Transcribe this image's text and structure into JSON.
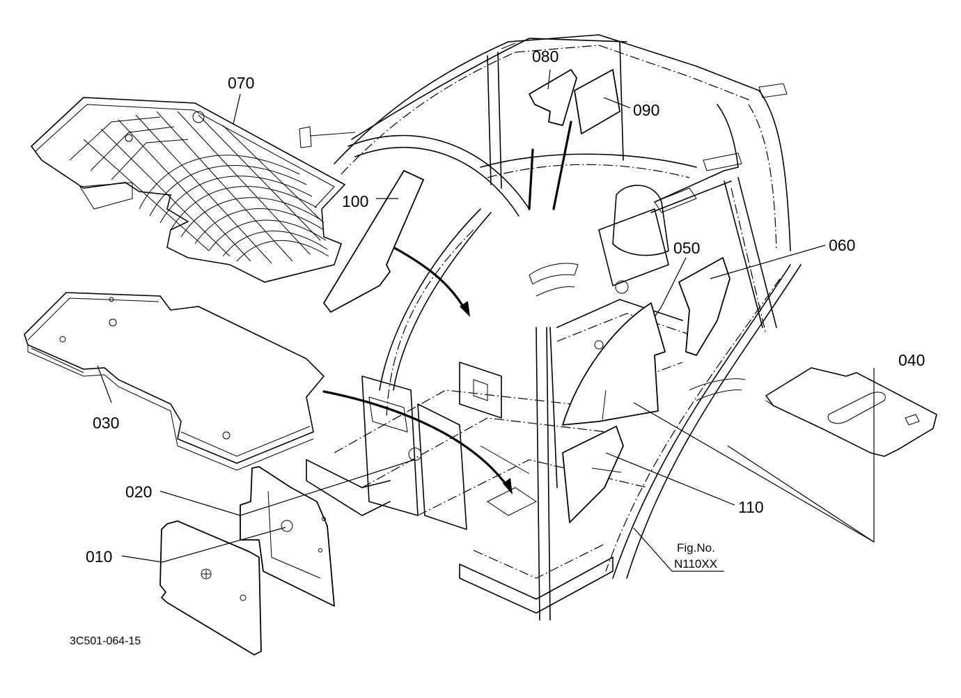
{
  "labels": {
    "p010": "010",
    "p020": "020",
    "p030": "030",
    "p040": "040",
    "p050": "050",
    "p060": "060",
    "p070": "070",
    "p080": "080",
    "p090": "090",
    "p100": "100",
    "p110": "110"
  },
  "figure": {
    "caption": "Fig.No.",
    "number": "N110XX"
  },
  "drawing_code": "3C501-064-15"
}
